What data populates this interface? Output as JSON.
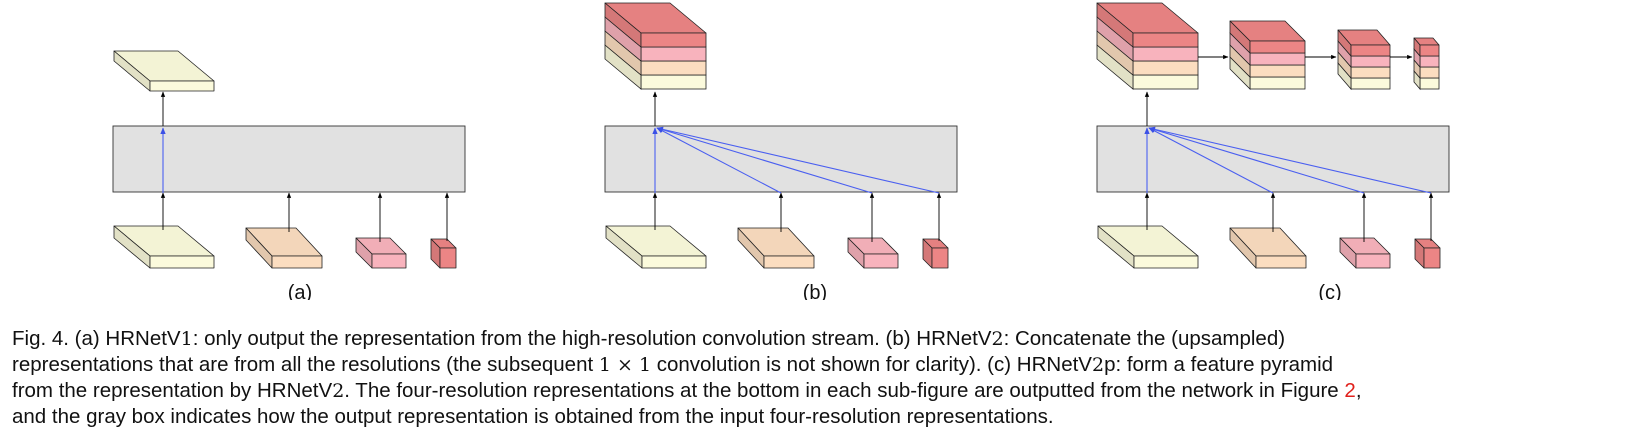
{
  "figure": {
    "subfigures": [
      {
        "label": "(a)",
        "output": "single-resolution representation"
      },
      {
        "label": "(b)",
        "output": "concatenated representation"
      },
      {
        "label": "(c)",
        "output": "feature pyramid"
      }
    ],
    "colors": {
      "res1": "#fbfadc",
      "res2": "#fbddc0",
      "res3": "#f8b3bd",
      "res4": "#ec8585",
      "gray_box": "#e1e1e1",
      "blue_arrow": "#4a5ff0"
    }
  },
  "caption": {
    "line1": {
      "p1": "Fig. 4.  (a) HRNetV",
      "m1": "1",
      "p2": ": only output the representation from the high-resolution convolution stream. (b) HRNetV",
      "m2": "2",
      "p3": ": Concatenate the (upsampled)"
    },
    "line2": {
      "p1": "representations that are from all the resolutions (the subsequent ",
      "m1": "1 × 1",
      "p2": " convolution is not shown for clarity). (c) HRNetV",
      "m2": "2",
      "p3": "p: form a feature pyramid"
    },
    "line3": {
      "p1": "from the representation by HRNetV",
      "m1": "2",
      "p2": ". The four-resolution representations at the bottom in each sub-figure are outputted from the network in Figure ",
      "ref": "2",
      "p3": ","
    },
    "line4": "and the gray box indicates how the output representation is obtained from the input four-resolution representations."
  }
}
